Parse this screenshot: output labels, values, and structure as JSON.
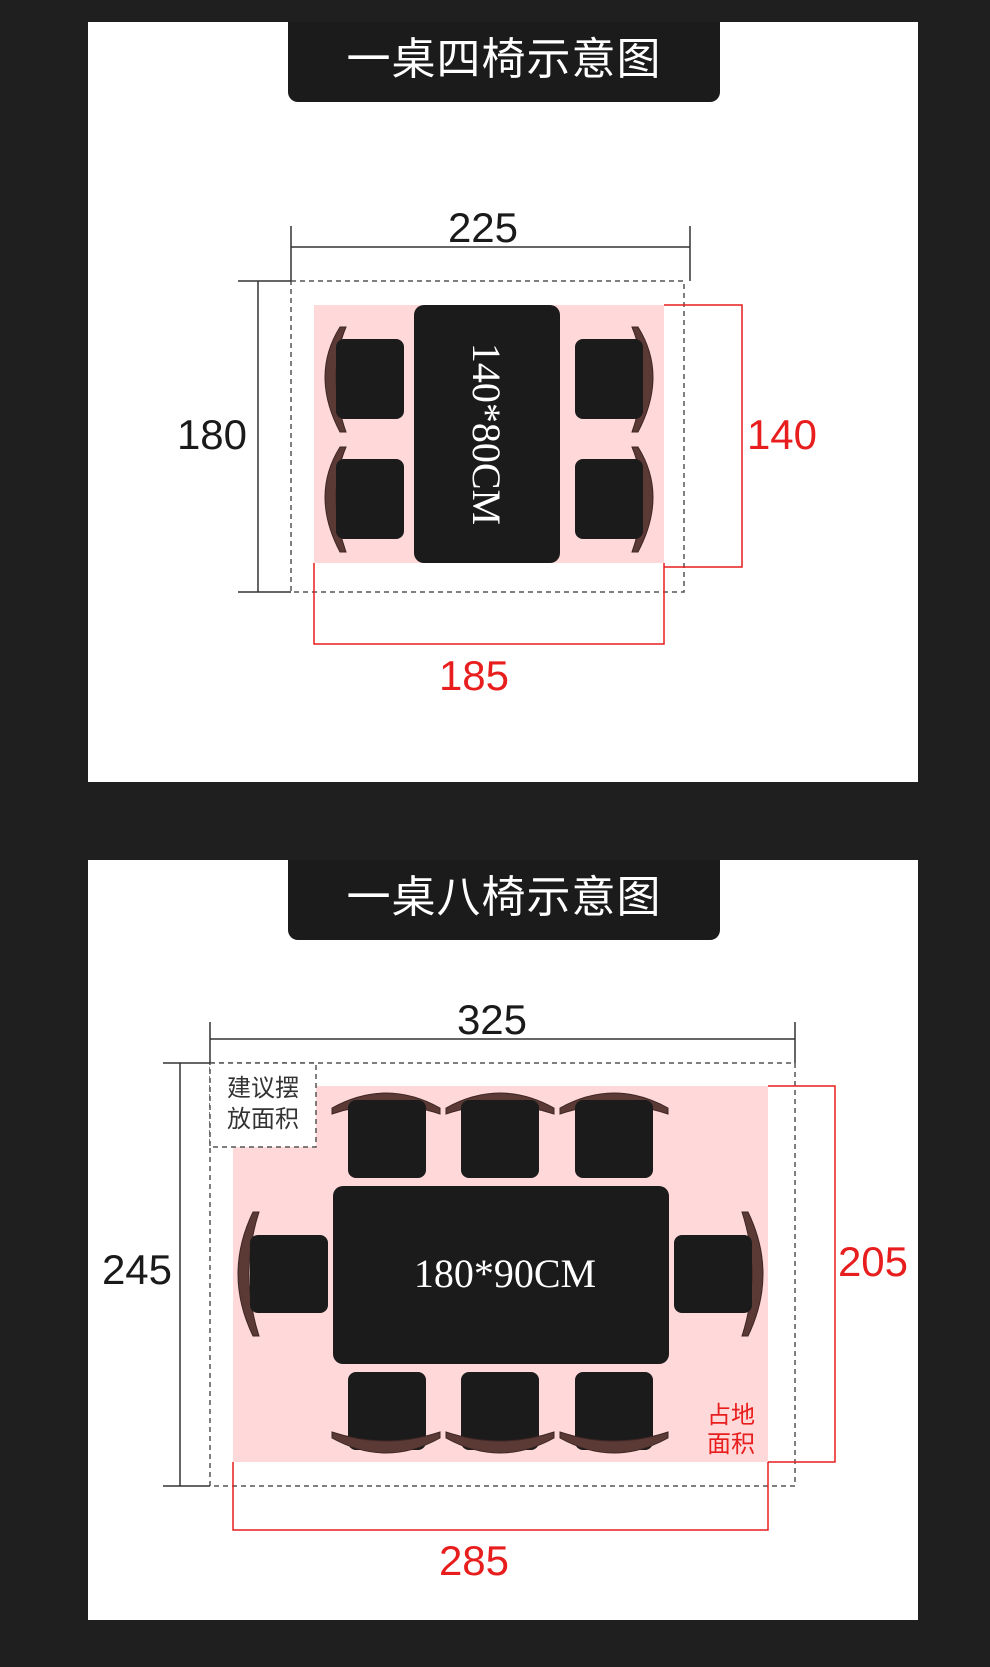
{
  "colors": {
    "background": "#1f1f1f",
    "panel": "#ffffff",
    "footprint": "#ffd9d9",
    "red": "#e81d1d",
    "chair_back": "#5b3a36",
    "seat": "#1b1b1b"
  },
  "diagrams": [
    {
      "title": "一桌四椅示意图",
      "table_label": "140*80CM",
      "suggested_width": "225",
      "suggested_depth": "180",
      "footprint_width": "185",
      "footprint_depth": "140"
    },
    {
      "title": "一桌八椅示意图",
      "table_label": "180*90CM",
      "suggested_width": "325",
      "suggested_depth": "245",
      "footprint_width": "285",
      "footprint_depth": "205",
      "suggested_area_note": [
        "建议摆",
        "放面积"
      ],
      "footprint_note": [
        "占地",
        "面积"
      ]
    }
  ]
}
